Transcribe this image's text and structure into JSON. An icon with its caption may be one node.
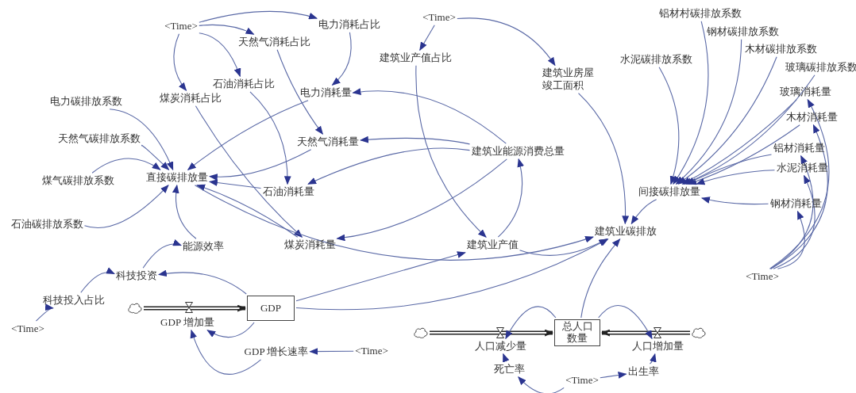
{
  "diagram": {
    "nodes": [
      {
        "text": [
          "<Time>"
        ]
      },
      {
        "text": [
          "电力消耗占比"
        ]
      },
      {
        "text": [
          "天然气消耗占比"
        ]
      },
      {
        "text": [
          "<Time>"
        ]
      },
      {
        "text": [
          "建筑业产值占比"
        ]
      },
      {
        "text": [
          "建筑业房屋竣工面积"
        ]
      },
      {
        "text": [
          "铝材村碳排放系数"
        ]
      },
      {
        "text": [
          "钢材碳排放系数"
        ]
      },
      {
        "text": [
          "木材碳排放系数"
        ]
      },
      {
        "text": [
          "玻璃碳排放系数"
        ]
      },
      {
        "text": [
          "水泥碳排放系数"
        ]
      },
      {
        "text": [
          "石油消耗占比"
        ]
      },
      {
        "text": [
          "煤炭消耗占比"
        ]
      },
      {
        "text": [
          "电力消耗量"
        ]
      },
      {
        "text": [
          "电力碳排放系数"
        ]
      },
      {
        "text": [
          "玻璃消耗量"
        ]
      },
      {
        "text": [
          "木材消耗量"
        ]
      },
      {
        "text": [
          "天然气碳排放系数"
        ]
      },
      {
        "text": [
          "天然气消耗量"
        ]
      },
      {
        "text": [
          "建筑业能源消费总量"
        ]
      },
      {
        "text": [
          "铝材消耗量"
        ]
      },
      {
        "text": [
          "煤气碳排放系数"
        ]
      },
      {
        "text": [
          "直接碳排放量"
        ]
      },
      {
        "text": [
          "水泥消耗量"
        ]
      },
      {
        "text": [
          "石油消耗量"
        ]
      },
      {
        "text": [
          "间接碳排放量"
        ]
      },
      {
        "text": [
          "钢材消耗量"
        ]
      },
      {
        "text": [
          "石油碳排放系数"
        ]
      },
      {
        "text": [
          "建筑业碳排放"
        ]
      },
      {
        "text": [
          "煤炭消耗量"
        ]
      },
      {
        "text": [
          "建筑业产值"
        ]
      },
      {
        "text": [
          "能源效率"
        ]
      },
      {
        "text": [
          "科技投资"
        ]
      },
      {
        "text": [
          "<Time>"
        ]
      },
      {
        "text": [
          "科技投入占比"
        ]
      },
      {
        "text": [
          "GDP"
        ]
      },
      {
        "text": [],
        "shape": "cloud"
      },
      {
        "text": [
          "GDP 增加量"
        ]
      },
      {
        "text": [
          "总人口数量"
        ]
      },
      {
        "text": [],
        "shape": "cloud"
      },
      {
        "text": [
          "人口减少量"
        ]
      },
      {
        "text": [
          "人口增加量"
        ]
      },
      {
        "text": [],
        "shape": "cloud"
      },
      {
        "text": [
          "<Time>"
        ]
      },
      {
        "text": [
          "GDP 增长速率"
        ]
      },
      {
        "text": [
          "<Time>"
        ]
      },
      {
        "text": [
          "死亡率"
        ]
      },
      {
        "text": [
          "出生率"
        ]
      },
      {
        "text": [
          "<Time>"
        ]
      }
    ],
    "edges": [
      {
        "from": 0,
        "to": 1,
        "arrow": "to"
      },
      {
        "from": 0,
        "to": 2,
        "arrow": "to"
      },
      {
        "from": 0,
        "to": 11,
        "arrow": "to"
      },
      {
        "from": 0,
        "to": 12,
        "arrow": "to"
      },
      {
        "from": 1,
        "to": 13,
        "arrow": "to"
      },
      {
        "from": 2,
        "to": 18,
        "arrow": "to"
      },
      {
        "from": 11,
        "to": 24,
        "arrow": "to"
      },
      {
        "from": 12,
        "to": 29,
        "arrow": "to"
      },
      {
        "from": 19,
        "to": 13,
        "arrow": "to"
      },
      {
        "from": 19,
        "to": 18,
        "arrow": "to"
      },
      {
        "from": 19,
        "to": 24,
        "arrow": "to"
      },
      {
        "from": 19,
        "to": 29,
        "arrow": "to"
      },
      {
        "from": 13,
        "to": 22,
        "arrow": "to"
      },
      {
        "from": 18,
        "to": 22,
        "arrow": "to"
      },
      {
        "from": 24,
        "to": 22,
        "arrow": "to"
      },
      {
        "from": 29,
        "to": 22,
        "arrow": "to"
      },
      {
        "from": 14,
        "to": 22,
        "arrow": "to"
      },
      {
        "from": 17,
        "to": 22,
        "arrow": "to"
      },
      {
        "from": 21,
        "to": 22,
        "arrow": "to"
      },
      {
        "from": 27,
        "to": 22,
        "arrow": "to"
      },
      {
        "from": 31,
        "to": 22,
        "arrow": "to"
      },
      {
        "from": 22,
        "to": 28,
        "arrow": "to"
      },
      {
        "from": 35,
        "to": 28,
        "arrow": "to"
      },
      {
        "from": 35,
        "to": 30,
        "arrow": "to"
      },
      {
        "from": 30,
        "to": 28,
        "arrow": "to"
      },
      {
        "from": 4,
        "to": 30,
        "arrow": "to"
      },
      {
        "from": 30,
        "to": 19,
        "arrow": "to"
      },
      {
        "from": 3,
        "to": 4,
        "arrow": "to"
      },
      {
        "from": 3,
        "to": 5,
        "arrow": "to"
      },
      {
        "from": 5,
        "to": 28,
        "arrow": "to"
      },
      {
        "from": 25,
        "to": 28,
        "arrow": "to"
      },
      {
        "from": 38,
        "to": 28,
        "arrow": "to"
      },
      {
        "from": 6,
        "to": 25,
        "arrow": "to"
      },
      {
        "from": 7,
        "to": 25,
        "arrow": "to"
      },
      {
        "from": 8,
        "to": 25,
        "arrow": "to"
      },
      {
        "from": 9,
        "to": 25,
        "arrow": "to"
      },
      {
        "from": 10,
        "to": 25,
        "arrow": "to"
      },
      {
        "from": 15,
        "to": 25,
        "arrow": "to"
      },
      {
        "from": 16,
        "to": 25,
        "arrow": "to"
      },
      {
        "from": 20,
        "to": 25,
        "arrow": "to"
      },
      {
        "from": 23,
        "to": 25,
        "arrow": "to"
      },
      {
        "from": 26,
        "to": 25,
        "arrow": "to"
      },
      {
        "from": 33,
        "to": 15,
        "arrow": "to"
      },
      {
        "from": 33,
        "to": 16,
        "arrow": "to"
      },
      {
        "from": 33,
        "to": 20,
        "arrow": "to"
      },
      {
        "from": 33,
        "to": 23,
        "arrow": "to"
      },
      {
        "from": 33,
        "to": 26,
        "arrow": "to"
      },
      {
        "from": 36,
        "to": 35,
        "arrow": "to",
        "style": "thick",
        "color": "#222222"
      },
      {
        "from": 35,
        "to": 37,
        "arrow": "to"
      },
      {
        "from": 44,
        "to": 37,
        "arrow": "to"
      },
      {
        "from": 45,
        "to": 44,
        "arrow": "to"
      },
      {
        "from": 35,
        "to": 32,
        "arrow": "to"
      },
      {
        "from": 34,
        "to": 32,
        "arrow": "to"
      },
      {
        "from": 43,
        "to": 34,
        "arrow": "to"
      },
      {
        "from": 32,
        "to": 31,
        "arrow": "to"
      },
      {
        "from": 39,
        "to": 38,
        "arrow": "to",
        "style": "thick",
        "color": "#222222"
      },
      {
        "from": 42,
        "to": 38,
        "arrow": "to",
        "style": "thick",
        "color": "#222222"
      },
      {
        "from": 38,
        "to": 40,
        "arrow": "to"
      },
      {
        "from": 38,
        "to": 41,
        "arrow": "to"
      },
      {
        "from": 46,
        "to": 40,
        "arrow": "to"
      },
      {
        "from": 47,
        "to": 41,
        "arrow": "to"
      },
      {
        "from": 48,
        "to": 46,
        "arrow": "to"
      },
      {
        "from": 48,
        "to": 47,
        "arrow": "to"
      }
    ]
  }
}
